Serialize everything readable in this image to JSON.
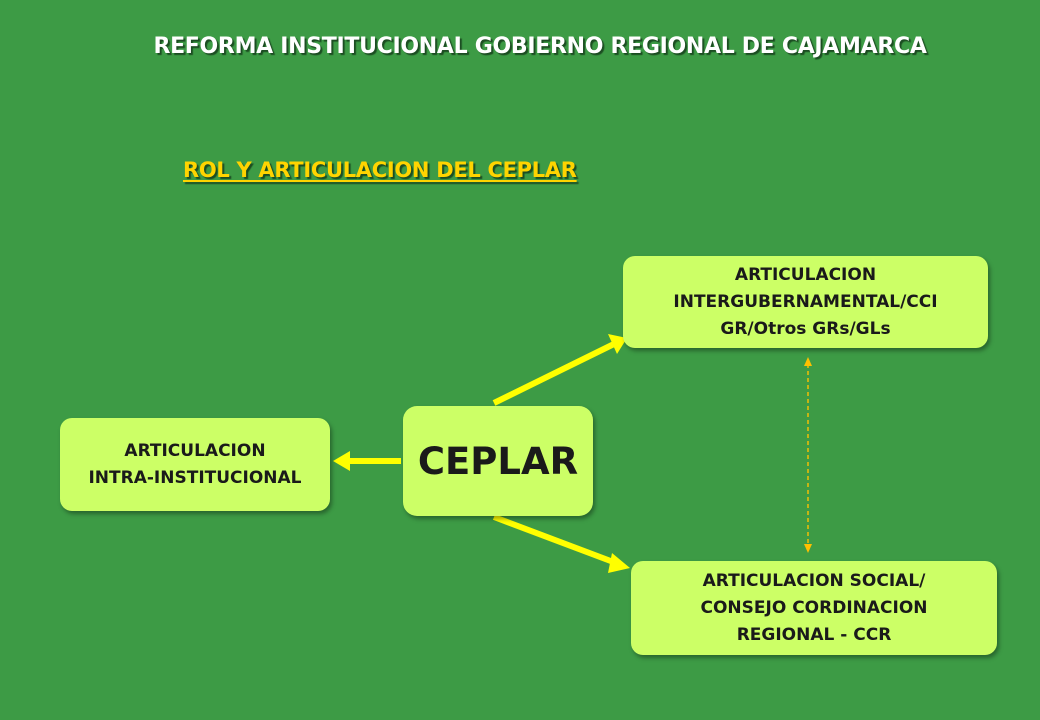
{
  "title": "REFORMA INSTITUCIONAL GOBIERNO REGIONAL DE CAJAMARCA",
  "subtitle": "ROL Y ARTICULACION DEL CEPLAR",
  "nodes": {
    "center": "CEPLAR",
    "intra": [
      "ARTICULACION",
      "INTRA-INSTITUCIONAL"
    ],
    "inter": [
      "ARTICULACION",
      "INTERGUBERNAMENTAL/CCI",
      "GR/Otros GRs/GLs"
    ],
    "social": [
      "ARTICULACION SOCIAL/",
      "CONSEJO CORDINACION",
      "REGIONAL - CCR"
    ]
  },
  "colors": {
    "background": "#3d9b45",
    "box_fill": "#ccff66",
    "arrow": "#ffff00",
    "subtitle": "#ffd400",
    "dashed_link": "#ffc000"
  }
}
